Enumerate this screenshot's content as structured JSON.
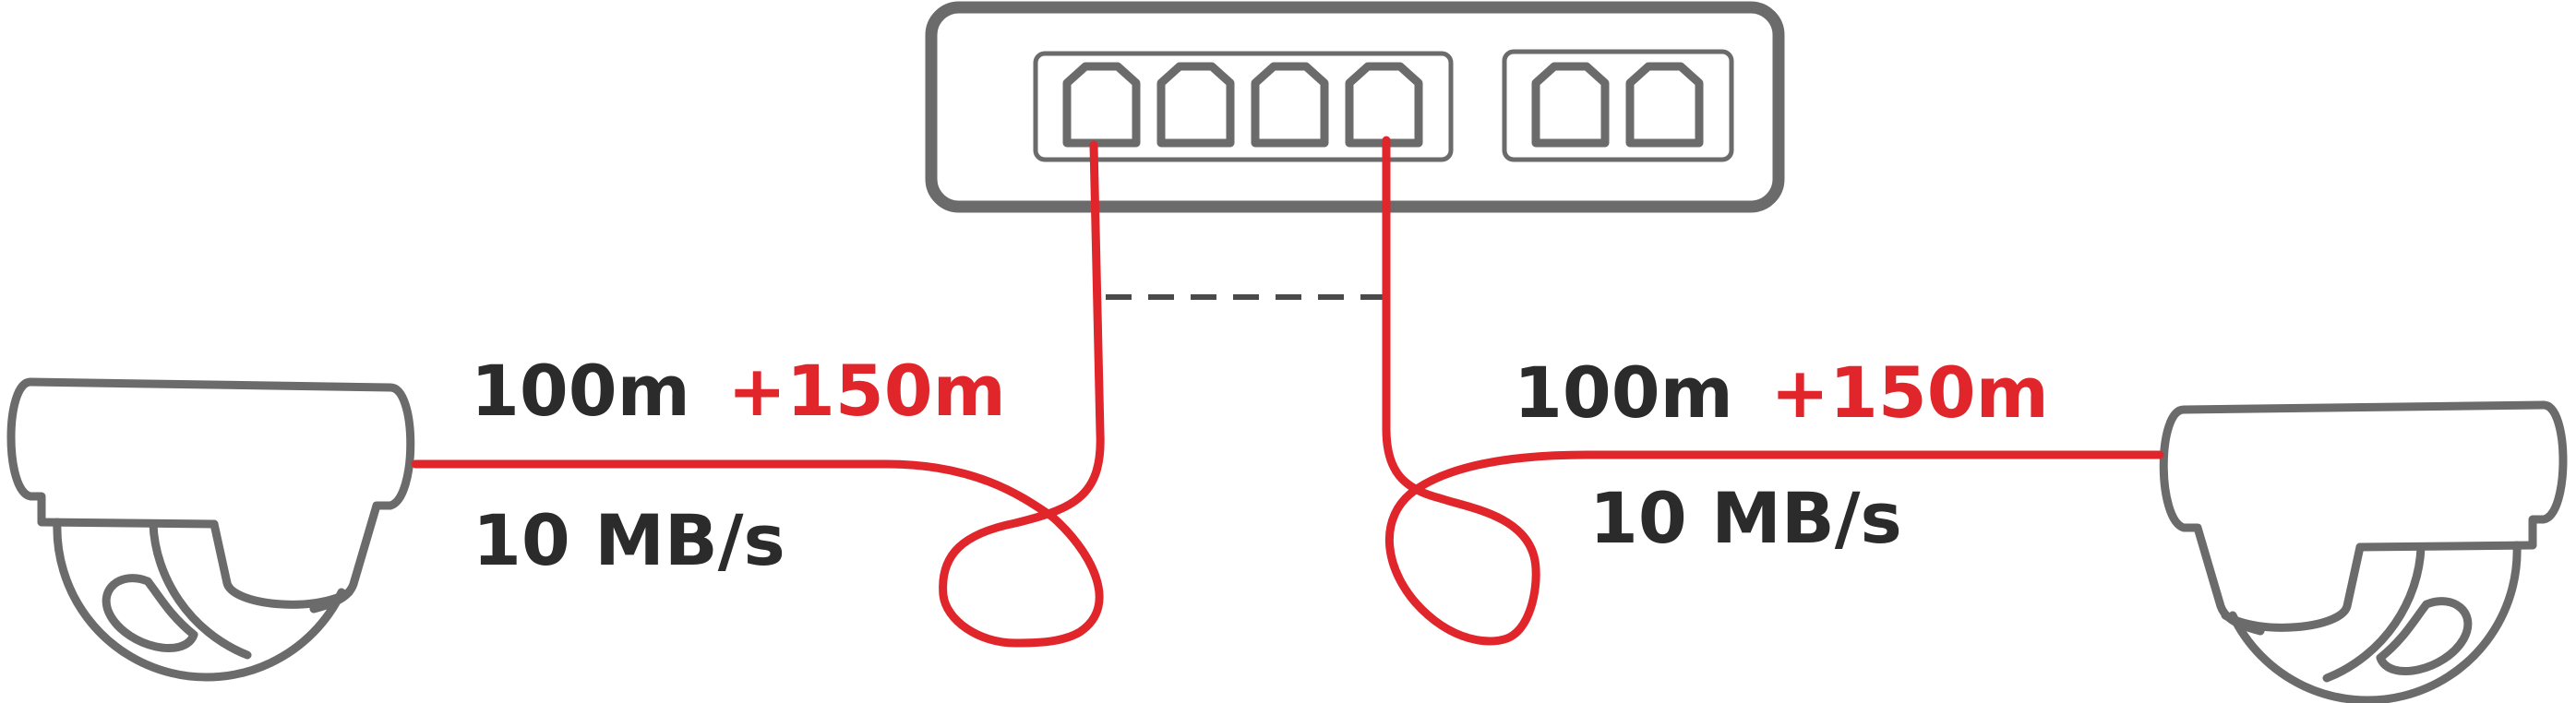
{
  "colors": {
    "device_stroke": "#6b6b6b",
    "cable": "#e0262b",
    "text_dark": "#2b2b2b",
    "text_accent": "#e0262b",
    "dash": "#4a4a4a"
  },
  "icons": {
    "switch": "network-switch-icon",
    "camera": "dome-camera-icon",
    "port": "rj45-port-icon"
  },
  "left": {
    "distance_base": "100m",
    "distance_extra": "+150m",
    "speed": "10 MB/s"
  },
  "right": {
    "distance_base": "100m",
    "distance_extra": "+150m",
    "speed": "10 MB/s"
  }
}
